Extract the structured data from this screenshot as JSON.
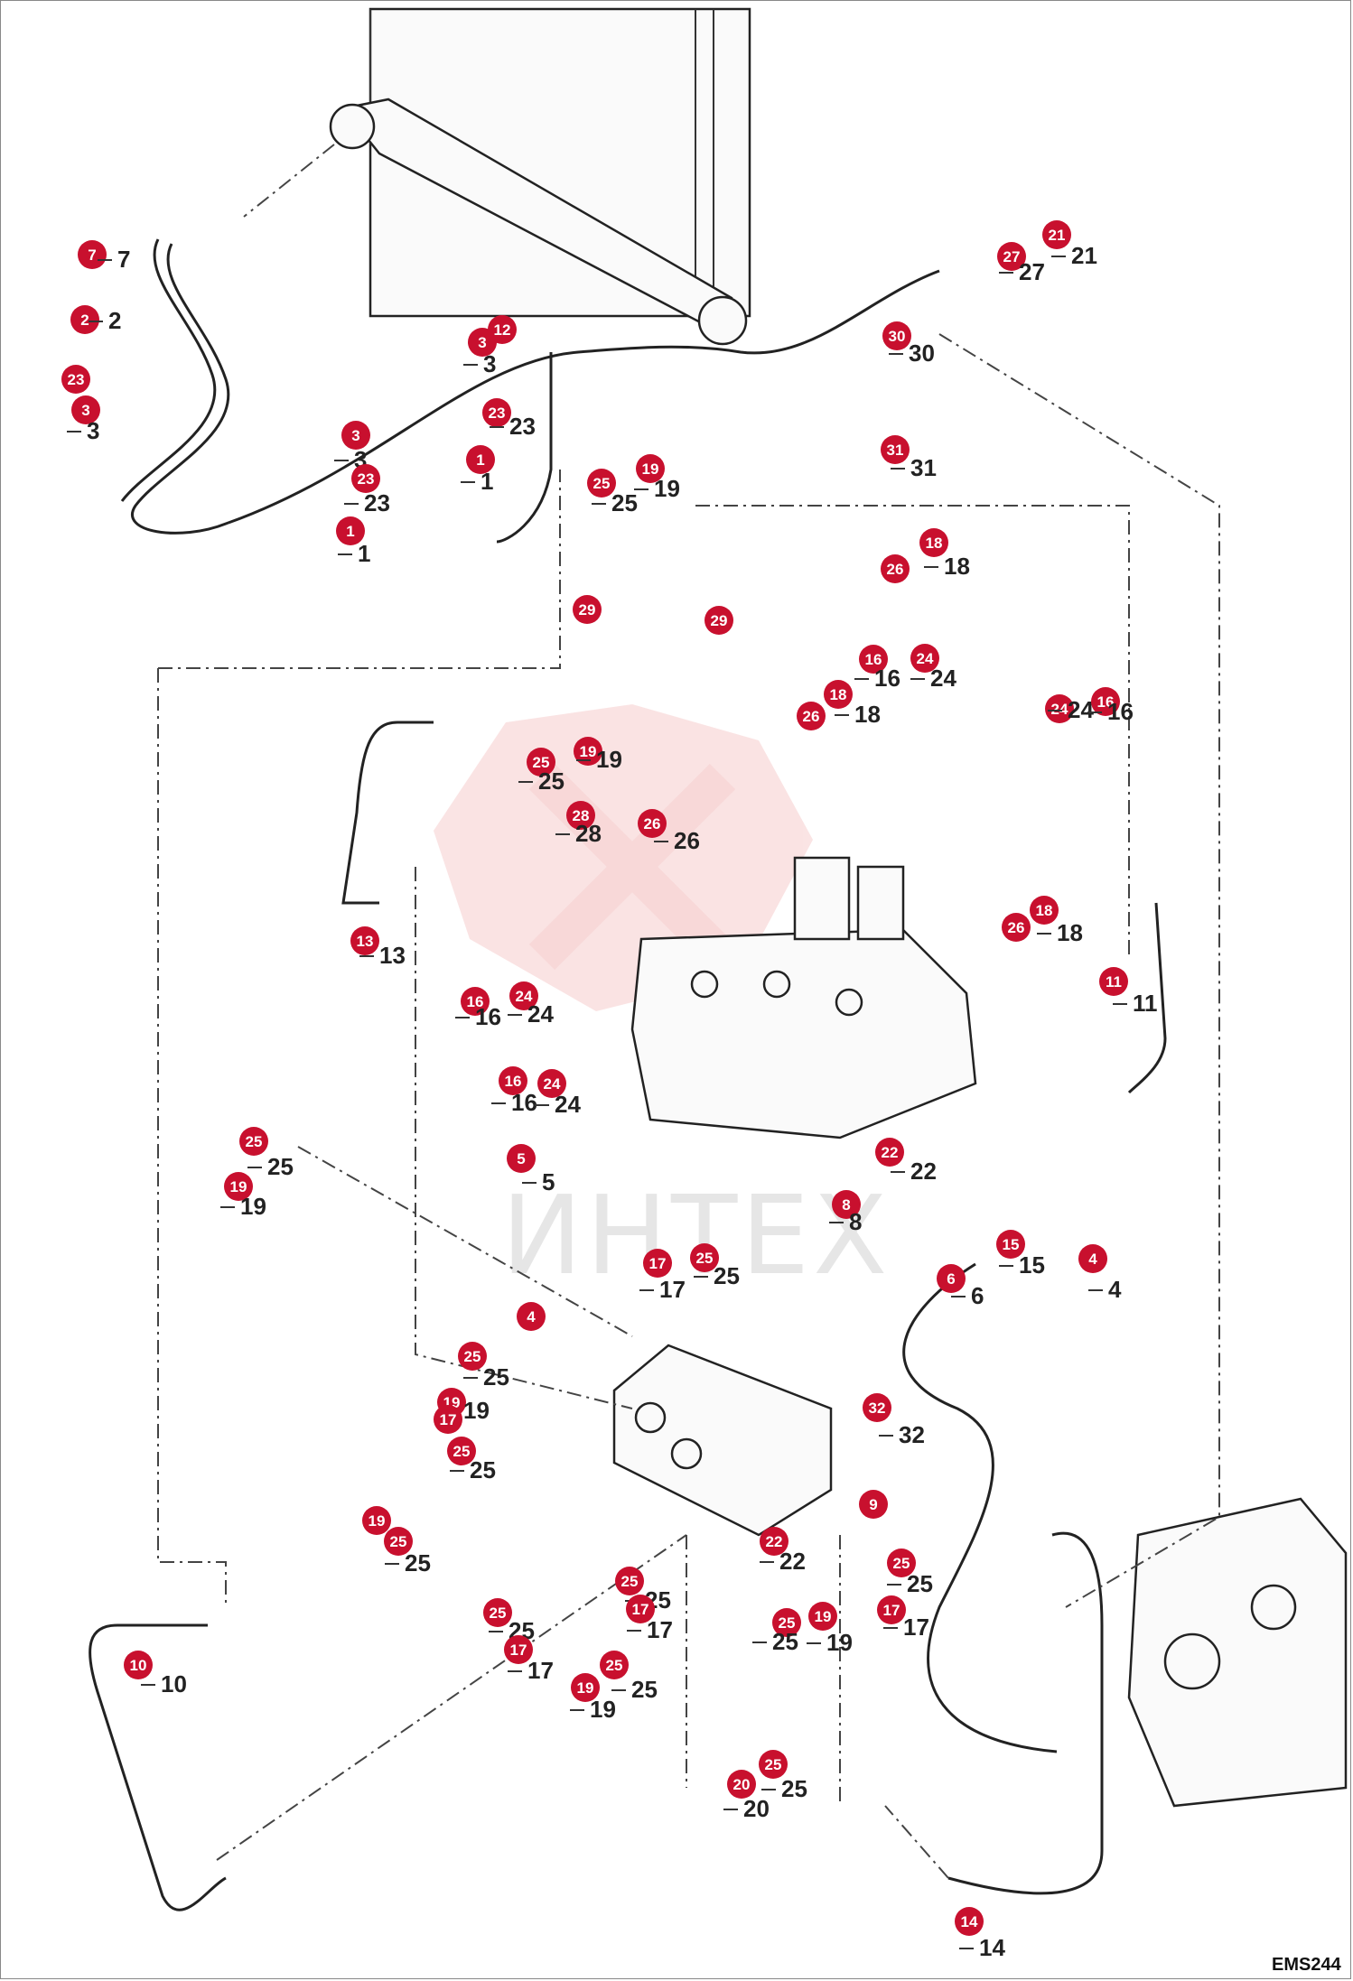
{
  "watermark": "ИНТЕХ",
  "diagram_ref": "EMS244",
  "badge_color": "#c8102e",
  "labels": [
    {
      "id": "p7",
      "n": "7"
    },
    {
      "id": "p2",
      "n": "2"
    },
    {
      "id": "p23a",
      "n": "23"
    },
    {
      "id": "p3a",
      "n": "3"
    },
    {
      "id": "p3b",
      "n": "3"
    },
    {
      "id": "p12",
      "n": "12"
    },
    {
      "id": "p23b",
      "n": "23"
    },
    {
      "id": "p1a",
      "n": "1"
    },
    {
      "id": "p3c",
      "n": "3"
    },
    {
      "id": "p23c",
      "n": "23"
    },
    {
      "id": "p1b",
      "n": "1"
    },
    {
      "id": "p25a",
      "n": "25"
    },
    {
      "id": "p19a",
      "n": "19"
    },
    {
      "id": "p21",
      "n": "21"
    },
    {
      "id": "p27",
      "n": "27"
    },
    {
      "id": "p30",
      "n": "30"
    },
    {
      "id": "p31",
      "n": "31"
    },
    {
      "id": "p18a",
      "n": "18"
    },
    {
      "id": "p26a",
      "n": "26"
    },
    {
      "id": "p29a",
      "n": "29"
    },
    {
      "id": "p29b",
      "n": "29"
    },
    {
      "id": "p16a",
      "n": "16"
    },
    {
      "id": "p24a",
      "n": "24"
    },
    {
      "id": "p18b",
      "n": "18"
    },
    {
      "id": "p26b",
      "n": "26"
    },
    {
      "id": "p24b",
      "n": "24"
    },
    {
      "id": "p16b",
      "n": "16"
    },
    {
      "id": "p25b",
      "n": "25"
    },
    {
      "id": "p19b",
      "n": "19"
    },
    {
      "id": "p28",
      "n": "28"
    },
    {
      "id": "p26c",
      "n": "26"
    },
    {
      "id": "p13",
      "n": "13"
    },
    {
      "id": "p18c",
      "n": "18"
    },
    {
      "id": "p26d",
      "n": "26"
    },
    {
      "id": "p11",
      "n": "11"
    },
    {
      "id": "p16c",
      "n": "16"
    },
    {
      "id": "p24c",
      "n": "24"
    },
    {
      "id": "p16d",
      "n": "16"
    },
    {
      "id": "p24d",
      "n": "24"
    },
    {
      "id": "p25c",
      "n": "25"
    },
    {
      "id": "p19c",
      "n": "19"
    },
    {
      "id": "p5",
      "n": "5"
    },
    {
      "id": "p22a",
      "n": "22"
    },
    {
      "id": "p8",
      "n": "8"
    },
    {
      "id": "p15",
      "n": "15"
    },
    {
      "id": "p4a",
      "n": "4"
    },
    {
      "id": "p17a",
      "n": "17"
    },
    {
      "id": "p25d",
      "n": "25"
    },
    {
      "id": "p6",
      "n": "6"
    },
    {
      "id": "p4b",
      "n": "4"
    },
    {
      "id": "p25e",
      "n": "25"
    },
    {
      "id": "p19d",
      "n": "19"
    },
    {
      "id": "p17b",
      "n": "17"
    },
    {
      "id": "p25f",
      "n": "25"
    },
    {
      "id": "p32",
      "n": "32"
    },
    {
      "id": "p9",
      "n": "9"
    },
    {
      "id": "p19e",
      "n": "19"
    },
    {
      "id": "p25g",
      "n": "25"
    },
    {
      "id": "p22b",
      "n": "22"
    },
    {
      "id": "p25h",
      "n": "25"
    },
    {
      "id": "p17c",
      "n": "17"
    },
    {
      "id": "p25i",
      "n": "25"
    },
    {
      "id": "p17d",
      "n": "17"
    },
    {
      "id": "p25j",
      "n": "25"
    },
    {
      "id": "p19f",
      "n": "19"
    },
    {
      "id": "p25k",
      "n": "25"
    },
    {
      "id": "p17e",
      "n": "17"
    },
    {
      "id": "p10",
      "n": "10"
    },
    {
      "id": "p19g",
      "n": "19"
    },
    {
      "id": "p25l",
      "n": "25"
    },
    {
      "id": "p20",
      "n": "20"
    },
    {
      "id": "p25m",
      "n": "25"
    },
    {
      "id": "p14",
      "n": "14"
    }
  ]
}
